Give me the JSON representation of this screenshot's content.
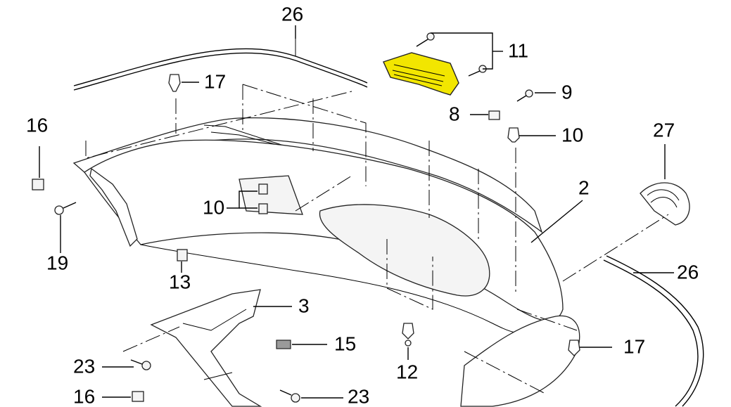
{
  "diagram": {
    "highlight_color": "#f2e600",
    "callouts": [
      {
        "id": "c26_top",
        "text": "26"
      },
      {
        "id": "c11",
        "text": "11"
      },
      {
        "id": "c17_top",
        "text": "17"
      },
      {
        "id": "c9",
        "text": "9"
      },
      {
        "id": "c8",
        "text": "8"
      },
      {
        "id": "c10_right",
        "text": "10"
      },
      {
        "id": "c27",
        "text": "27"
      },
      {
        "id": "c16_top",
        "text": "16"
      },
      {
        "id": "c2",
        "text": "2"
      },
      {
        "id": "c10_left",
        "text": "10"
      },
      {
        "id": "c19",
        "text": "19"
      },
      {
        "id": "c13",
        "text": "13"
      },
      {
        "id": "c26_right",
        "text": "26"
      },
      {
        "id": "c3",
        "text": "3"
      },
      {
        "id": "c15",
        "text": "15"
      },
      {
        "id": "c17_bottom",
        "text": "17"
      },
      {
        "id": "c23_left",
        "text": "23"
      },
      {
        "id": "c12",
        "text": "12"
      },
      {
        "id": "c16_bottom",
        "text": "16"
      },
      {
        "id": "c23_right",
        "text": "23"
      }
    ]
  }
}
